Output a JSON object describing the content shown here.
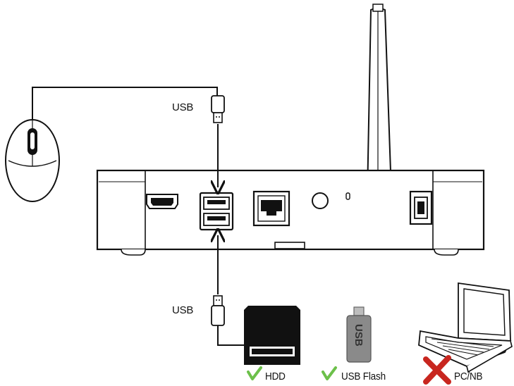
{
  "labels": {
    "usb_top": "USB",
    "usb_bottom": "USB",
    "hdd": "HDD",
    "usb_flash": "USB Flash",
    "pc_nb": "PC/NB",
    "flash_body_text": "USB"
  },
  "status": {
    "hdd": "supported",
    "usb_flash": "supported",
    "pc_nb": "not-supported"
  },
  "colors": {
    "line": "#111111",
    "check": "#6cc04a",
    "cross": "#c8261f",
    "flash_body": "#8a8a8a"
  },
  "icons": {
    "supported": "check-icon",
    "not_supported": "cross-icon"
  }
}
